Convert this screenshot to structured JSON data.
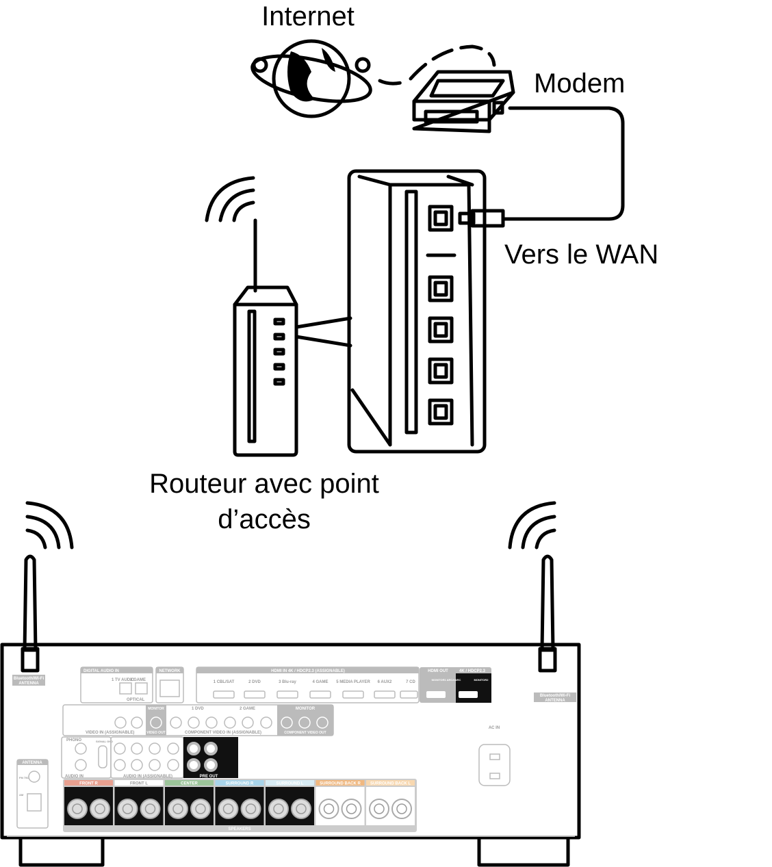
{
  "labels": {
    "internet": "Internet",
    "modem": "Modem",
    "wan": "Vers le WAN",
    "router_line1": "Routeur avec point",
    "router_line2": "d’accès"
  },
  "panel": {
    "bt_antenna_l1": "Bluetooth/Wi-Fi",
    "bt_antenna_l2": "ANTENNA",
    "digital_audio": "DIGITAL AUDIO IN",
    "assignable": "(ASSIGNABLE)",
    "optical": "OPTICAL",
    "opt1": "1 TV AUDIO",
    "opt2": "2 GAME",
    "network": "NETWORK",
    "hdmi_in": "HDMI IN 4K / HDCP2.3 (ASSIGNABLE)",
    "hdmi_inputs": [
      "1 CBL/SAT",
      "2 DVD",
      "3 Blu-ray",
      "4 GAME",
      "5 MEDIA PLAYER",
      "6 AUX2",
      "7 CD"
    ],
    "hdmi_out": "HDMI OUT",
    "hdmi_out_4k": "4K / HDCP2.3",
    "monitor1": "MONITOR1 ARC/eARC",
    "monitor2": "MONITOR2",
    "video_in": "VIDEO IN (ASSIGNABLE)",
    "video_out": "VIDEO OUT",
    "monitor": "MONITOR",
    "component_in": "COMPONENT VIDEO IN (ASSIGNABLE)",
    "component_out": "COMPONENT VIDEO OUT",
    "comp_1": "1 DVD",
    "comp_2": "2 GAME",
    "audio_in": "AUDIO IN",
    "audio_in_assignable": "AUDIO IN (ASSIGNABLE)",
    "phono": "PHONO",
    "signal_gnd": "SIGNAL GND",
    "pre_out": "PRE OUT",
    "antenna": "ANTENNA",
    "fm": "FM 75Ω",
    "am": "AM",
    "ac_in": "AC IN",
    "speakers": "SPEAKERS",
    "speaker_groups": [
      {
        "label": "FRONT R",
        "color": "#e8a090"
      },
      {
        "label": "FRONT L",
        "color": "#ffffff"
      },
      {
        "label": "CENTER",
        "color": "#9cc49a"
      },
      {
        "label": "SURROUND R",
        "color": "#a8d4ea"
      },
      {
        "label": "SURROUND L",
        "color": "#d8ecf4"
      },
      {
        "label": "SURROUND BACK R",
        "color": "#f0b880"
      },
      {
        "label": "SURROUND BACK L",
        "color": "#f8d8b0"
      }
    ]
  }
}
